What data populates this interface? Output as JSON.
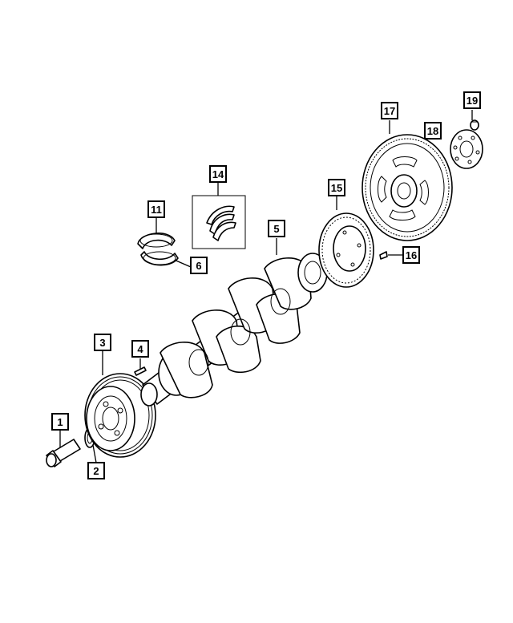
{
  "callouts": [
    {
      "number": "1",
      "part": "bolt"
    },
    {
      "number": "2",
      "part": "washer"
    },
    {
      "number": "3",
      "part": "damper"
    },
    {
      "number": "4",
      "part": "key"
    },
    {
      "number": "5",
      "part": "crankshaft"
    },
    {
      "number": "6",
      "part": "main-bearing-lower"
    },
    {
      "number": "11",
      "part": "main-bearing-upper"
    },
    {
      "number": "14",
      "part": "thrust-washer"
    },
    {
      "number": "15",
      "part": "tone-wheel"
    },
    {
      "number": "16",
      "part": "screw"
    },
    {
      "number": "17",
      "part": "flexplate"
    },
    {
      "number": "18",
      "part": "reinforcement-plate"
    },
    {
      "number": "19",
      "part": "bolt-flexplate"
    }
  ]
}
